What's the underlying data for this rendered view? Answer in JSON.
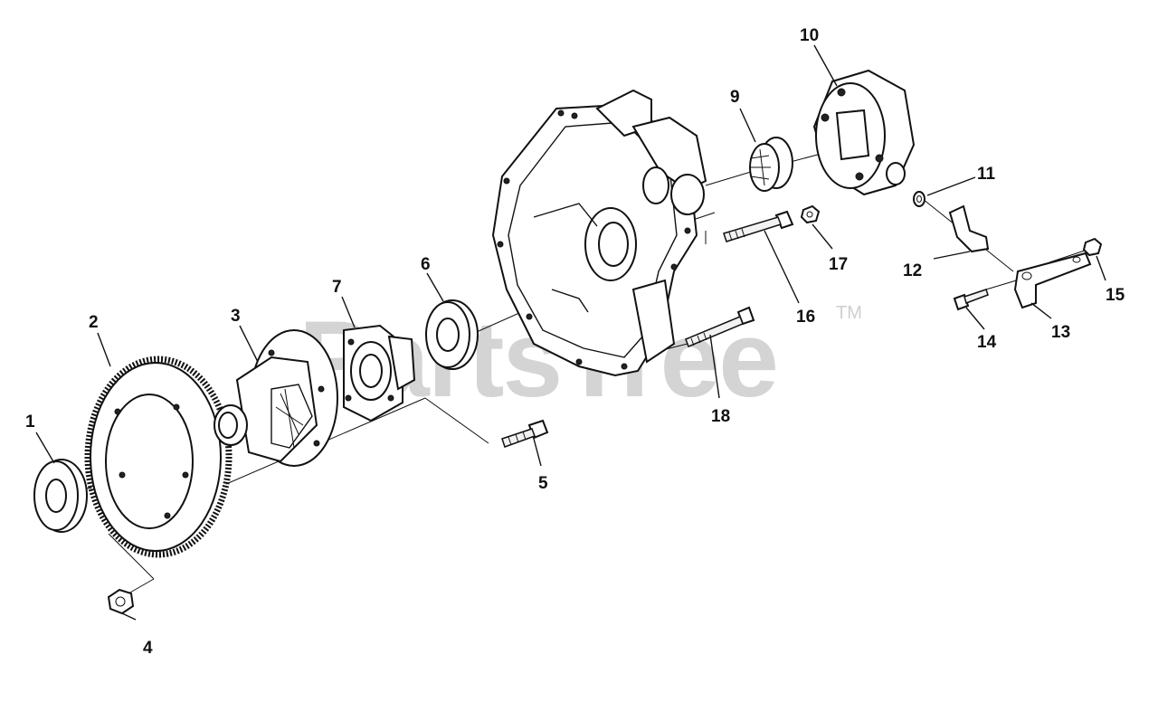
{
  "watermark": {
    "text": "PartsTree",
    "tm": "TM"
  },
  "labels": {
    "p1": "1",
    "p2": "2",
    "p3": "3",
    "p4": "4",
    "p5": "5",
    "p6": "6",
    "p7": "7",
    "p9": "9",
    "p10": "10",
    "p11": "11",
    "p12": "12",
    "p13": "13",
    "p14": "14",
    "p15": "15",
    "p16": "16",
    "p17": "17",
    "p18": "18"
  }
}
